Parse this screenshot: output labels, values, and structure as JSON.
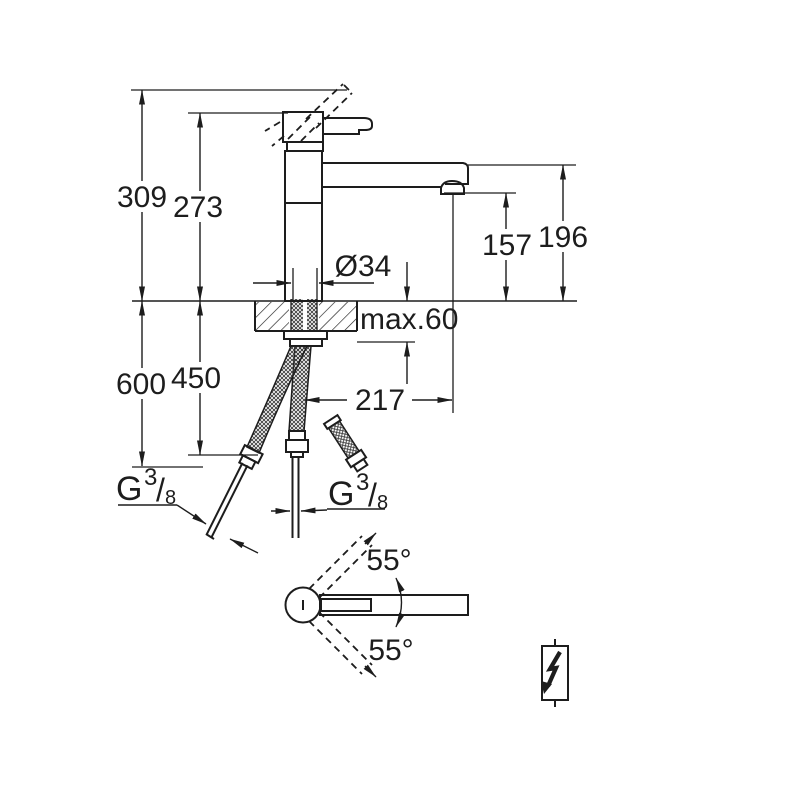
{
  "page": {
    "background": "#ffffff",
    "line_color": "#1d1d1d",
    "description": "Kitchen faucet technical installation drawing with dimensions in mm"
  },
  "labels": {
    "height_total": "309",
    "height_body": "273",
    "height_outlet": "157",
    "height_spout_top": "196",
    "hole_diameter": "Ø34",
    "deck_thickness_max": "max.60",
    "hose_drop_long": "600",
    "hose_drop_short": "450",
    "spout_projection": "217",
    "thread_left": {
      "prefix": "G",
      "numerator": "3",
      "slash": "/",
      "denominator": "8"
    },
    "thread_right": {
      "prefix": "G",
      "numerator": "3",
      "slash": "/",
      "denominator": "8"
    },
    "swivel_upper": "55°",
    "swivel_lower": "55°"
  },
  "icons": {
    "low_voltage": "lightning-bolt-symbol"
  }
}
